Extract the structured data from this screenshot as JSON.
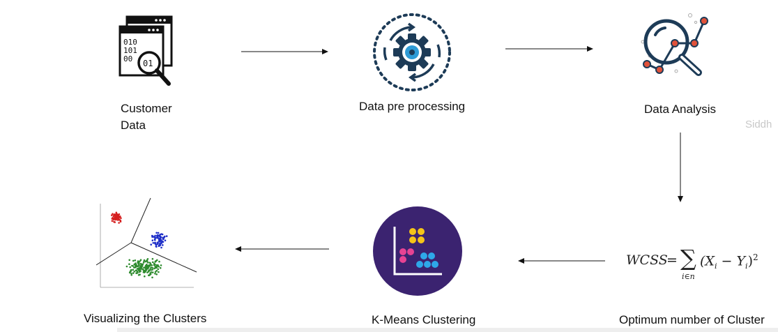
{
  "nodes": {
    "customer": {
      "label_line1": "Customer",
      "label_line2": "Data",
      "icon": "database-search-icon"
    },
    "preprocess": {
      "label": "Data pre processing",
      "icon": "gear-cycle-icon"
    },
    "analysis": {
      "label": "Data Analysis",
      "icon": "magnifier-analysis-icon"
    },
    "optimum": {
      "label": "Optimum number of Cluster",
      "icon": "wcss-formula"
    },
    "kmeans": {
      "label": "K-Means Clustering",
      "icon": "kmeans-badge-icon"
    },
    "visualize": {
      "label": "Visualizing the Clusters",
      "icon": "scatter-clusters-icon"
    }
  },
  "binary_text": {
    "row1": "010",
    "row2": "101",
    "row3": "00",
    "lens": "01"
  },
  "formula": {
    "lhs": "WCSS",
    "eq": "=",
    "sum": "∑",
    "sub": "i∈n",
    "body": "(X",
    "xi": "i",
    "minus": " − Y",
    "yi": "i",
    "close": ")",
    "power": "2"
  },
  "watermark": "Siddh",
  "colors": {
    "icon_dark": "#1d3b57",
    "accent_blue": "#2e9bd6",
    "accent_red": "#e0523a",
    "kmeans_bg": "#3b2370",
    "cluster_red": "#d62020",
    "cluster_blue": "#1f2fc8",
    "cluster_green": "#2e8b2e"
  }
}
